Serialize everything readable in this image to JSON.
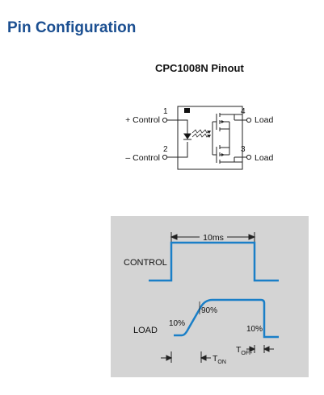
{
  "section": {
    "title": "Pin Configuration"
  },
  "pinout": {
    "caption": "CPC1008N Pinout",
    "pins": [
      {
        "number": "1",
        "label": "+ Control"
      },
      {
        "number": "2",
        "label": "– Control"
      },
      {
        "number": "3",
        "label": "Load"
      },
      {
        "number": "4",
        "label": "Load"
      }
    ]
  },
  "timing": {
    "control_label": "CONTROL",
    "load_label": "LOAD",
    "period_label": "10ms",
    "rise_low_label": "10%",
    "rise_high_label": "90%",
    "fall_label": "10%",
    "ton_label": "T",
    "ton_subscript": "ON",
    "toff_label": "T",
    "toff_subscript": "OFF",
    "trace_color": "#1a7fc7",
    "panel_color": "#d4d4d4"
  }
}
